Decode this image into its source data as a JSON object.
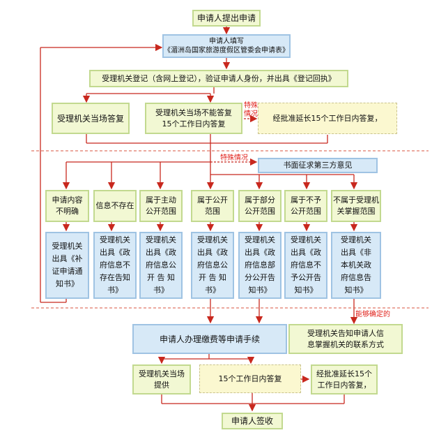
{
  "nodes": {
    "start": "申请人提出申请",
    "fill_form": "申请人填写\n《湄洲岛国家旅游度假区管委会申请表》",
    "register": "受理机关登记（含网上登记），验证申请人身份，并出具《登记回执》",
    "reply_now": "受理机关当场答复",
    "reply_15": "受理机关当场不能答复\n15个工作日内答复",
    "extend_15": "经批准延长15个工作日内答复，",
    "third_party": "书面征求第三方意见",
    "cat_unclear": "申请内容\n不明确",
    "cat_nonexist": "信息不存在",
    "cat_active": "属于主动\n公开范围",
    "cat_public": "属于公开\n范围",
    "cat_partial": "属于部分\n公开范围",
    "cat_notpublic": "属于不予\n公开范围",
    "cat_notheld": "不属于受理机\n关掌握范围",
    "res_supplement": "受理机关\n出具《补\n证申请通\n知书》",
    "res_nonexist": "受理机关\n出具《政\n府信息不\n存在告知\n书》",
    "res_active": "受理机关\n出具《政\n府信息公\n开 告 知\n书》",
    "res_public": "受理机关\n出具《政\n府信息公\n开 告 知\n书》",
    "res_partial": "受理机关\n出具《政\n府信息部\n分公开告\n知书》",
    "res_notpublic": "受理机关\n出具《政\n府信息不\n予公开告\n知书》",
    "res_notheld": "受理机关\n出具《非\n本机关政\n府信息告\n知书》",
    "fees": "申请人办理缴费等申请手续",
    "inform_holder": "受理机关告知申请人信\n息掌握机关的联系方式",
    "provide_now": "受理机关当场\n提供",
    "within_15": "15个工作日内答复",
    "extend_15b": "经批准延长15个\n工作日内答复，",
    "sign": "申请人签收"
  },
  "labels": {
    "special1": "特殊\n情况",
    "special2": "特殊情况",
    "can_determine": "能够确定的"
  },
  "colors": {
    "arrow": "#c8281e",
    "dashed": "#c8281e",
    "green_fill": "#f2f8d3",
    "blue_fill": "#d7e9f7"
  }
}
